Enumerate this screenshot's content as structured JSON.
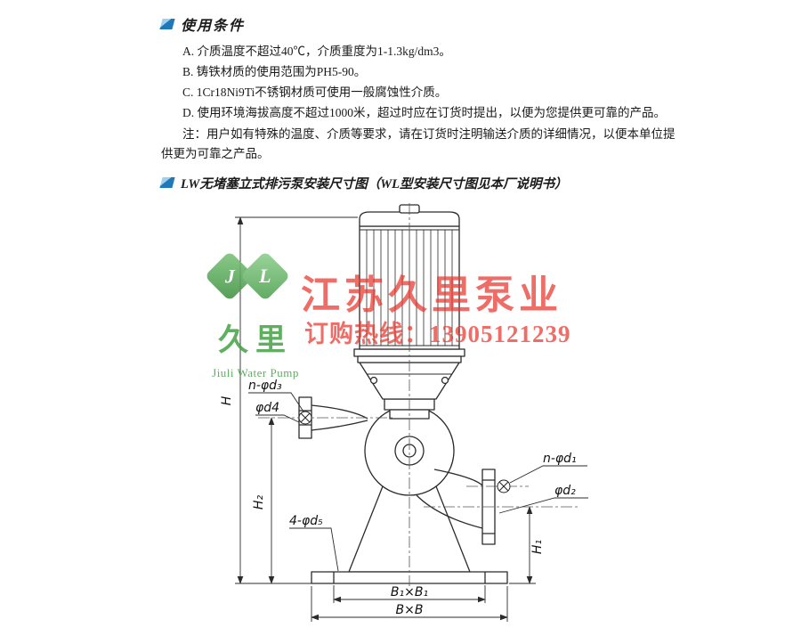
{
  "usage": {
    "title": "使用条件",
    "items": [
      "A. 介质温度不超过40℃，介质重度为1-1.3kg/dm3。",
      "B. 铸铁材质的使用范围为PH5-90。",
      "C. 1Cr18Ni9Ti不锈钢材质可使用一般腐蚀性介质。",
      "D. 使用环境海拔高度不超过1000米，超过时应在订货时提出，以便为您提供更可靠的产品。"
    ],
    "note": "注：用户如有特殊的温度、介质等要求，请在订货时注明输送介质的详细情况，以便本单位提供更为可靠之产品。"
  },
  "install": {
    "title": "LW无堵塞立式排污泵安装尺寸图（WL型安装尺寸图见本厂说明书）"
  },
  "drawing": {
    "dim_H": "H",
    "dim_H1": "H₁",
    "dim_H2": "H₂",
    "dim_B1": "B₁×B₁",
    "dim_B": "B×B",
    "label_n_d3": "n-φd₃",
    "label_d4": "φd4",
    "label_d5": "4-φd₅",
    "label_n_d1": "n-φd₁",
    "label_d2": "φd₂"
  },
  "watermark": {
    "letter_j": "J",
    "letter_l": "L",
    "logo_name": "久里",
    "logo_sub": "Jiuli Water Pump",
    "company": "江苏久里泵业",
    "hotline": "订购热线：13905121239",
    "brand_green": "#4ba34b",
    "brand_red": "#e8352b"
  }
}
